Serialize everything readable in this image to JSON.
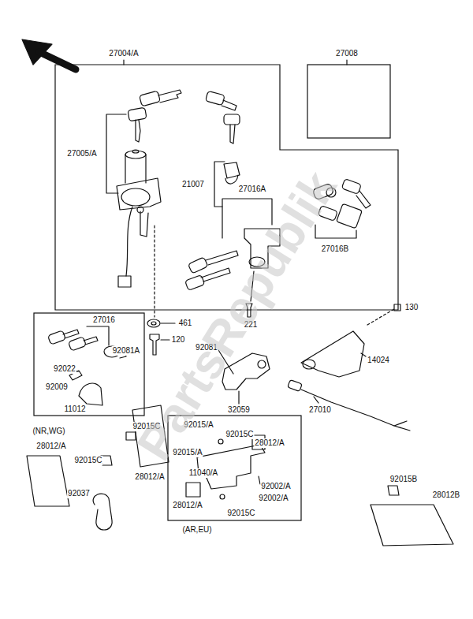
{
  "diagram": {
    "nodes": [
      {
        "text": [
          "27004/A"
        ]
      },
      {
        "text": [
          "27008"
        ]
      },
      {
        "text": [
          "27016",
          "(NR,WG)"
        ]
      },
      {
        "text": [
          "(AR,EU)"
        ]
      }
    ],
    "labels": [
      "27005/A",
      "21007",
      "27016A",
      "27016B",
      "461",
      "120",
      "221",
      "130",
      "14024",
      "92081",
      "92081A",
      "92022",
      "92009",
      "11012",
      "32059",
      "27010",
      "28012/A",
      "92015C",
      "92015C",
      "28012/A",
      "92015/A",
      "92015C",
      "28012/A",
      "92015/A",
      "11040/A",
      "92002/A",
      "92002/A",
      "28012/A",
      "92015C",
      "92037",
      "92015B",
      "28012B",
      "PartsRepublik"
    ]
  }
}
